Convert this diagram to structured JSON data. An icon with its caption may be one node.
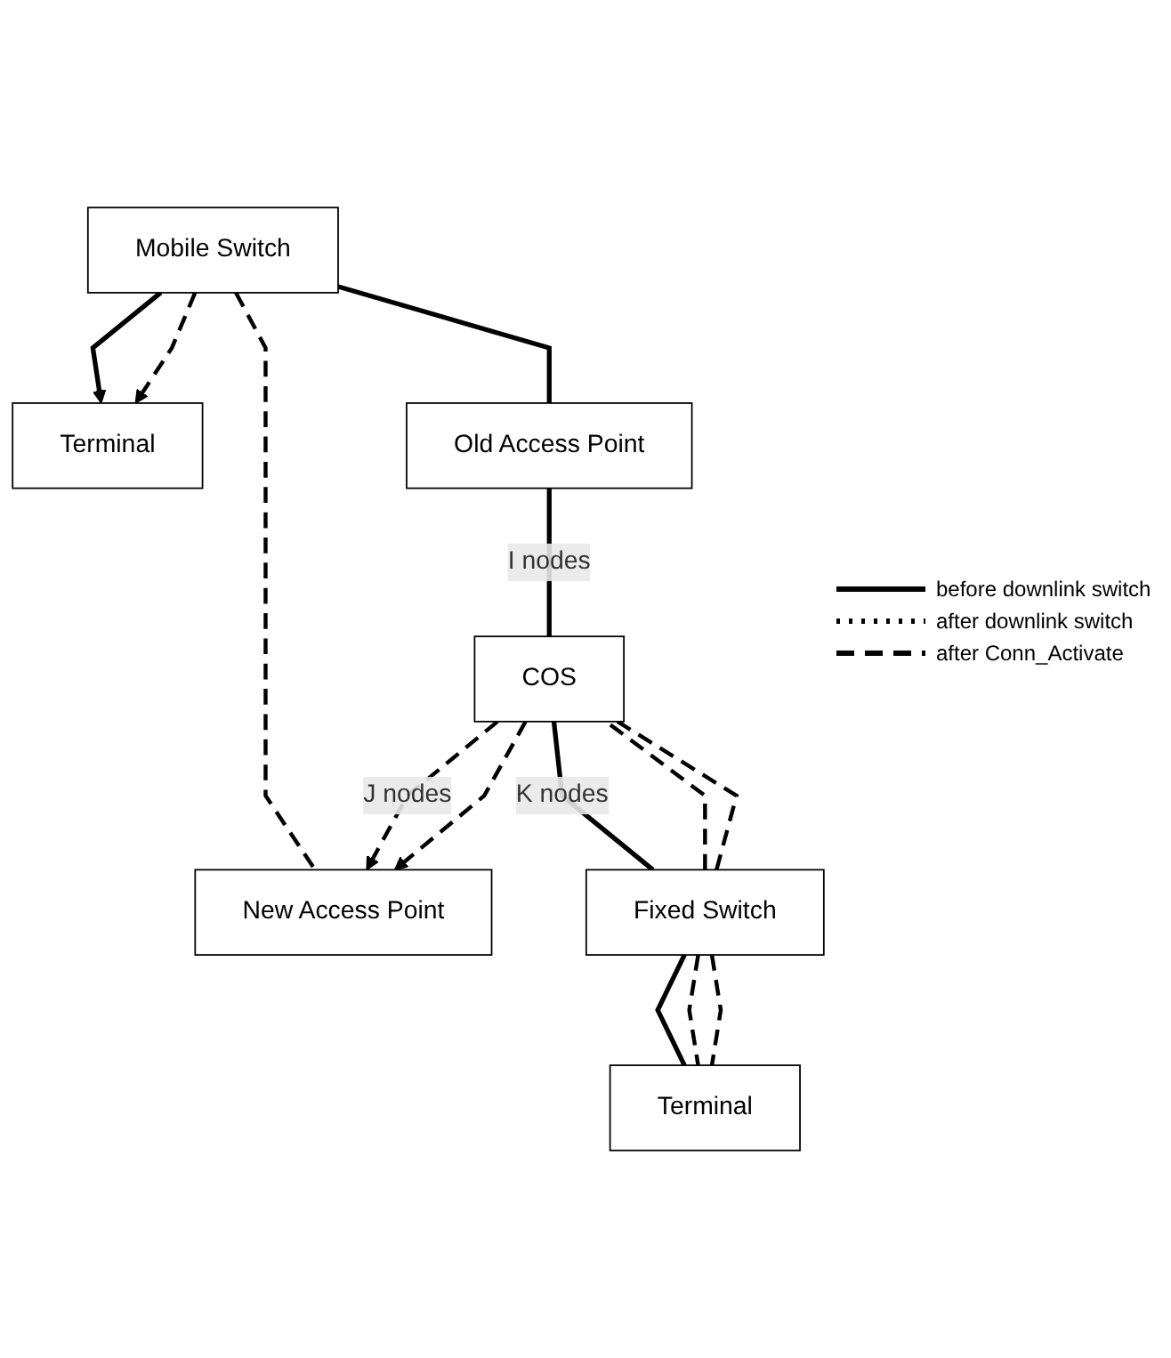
{
  "diagram": {
    "nodes": [
      {
        "text": [
          "Mobile Switch"
        ]
      },
      {
        "text": [
          "Terminal"
        ]
      },
      {
        "text": [
          "Old Access Point"
        ]
      },
      {
        "text": [
          "New Access Point"
        ]
      },
      {
        "text": [
          "COS"
        ]
      },
      {
        "text": [
          "Fixed Switch"
        ]
      },
      {
        "text": [
          "Terminal"
        ]
      }
    ],
    "edges": [
      {
        "from": 0,
        "to": 1,
        "arrow": "to"
      },
      {
        "from": 0,
        "to": 1,
        "arrow": "to",
        "style": "dashed"
      },
      {
        "from": 0,
        "to": 2,
        "arrow": "none"
      },
      {
        "from": 0,
        "to": 3,
        "arrow": "none",
        "style": "dashed"
      },
      {
        "from": 2,
        "to": 4,
        "arrow": "none",
        "label": "I nodes"
      },
      {
        "from": 4,
        "to": 3,
        "arrow": "to",
        "style": "dashed",
        "label": "J nodes"
      },
      {
        "from": 4,
        "to": 3,
        "arrow": "to",
        "style": "dashed"
      },
      {
        "from": 4,
        "to": 5,
        "arrow": "none",
        "label": "K nodes"
      },
      {
        "from": 5,
        "to": 4,
        "arrow": "none",
        "style": "dashed"
      },
      {
        "from": 5,
        "to": 4,
        "arrow": "none",
        "style": "dashed"
      },
      {
        "from": 5,
        "to": 6,
        "arrow": "none"
      },
      {
        "from": 5,
        "to": 6,
        "arrow": "none",
        "style": "dashed"
      },
      {
        "from": 5,
        "to": 6,
        "arrow": "none",
        "style": "dashed"
      }
    ],
    "legend": [
      {
        "text": "before downlink switch"
      },
      {
        "text": "after downlink switch"
      },
      {
        "text": "after Conn_Activate"
      }
    ]
  }
}
